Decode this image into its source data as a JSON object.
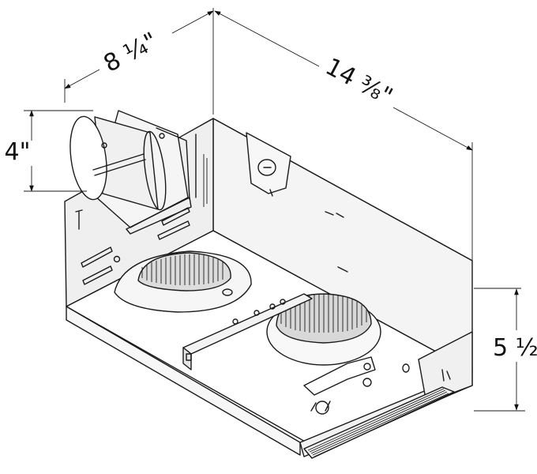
{
  "dimensions": {
    "depth": "8 ¼\"",
    "length": "14 ⅜\"",
    "duct_diameter": "4\"",
    "height": "5 ½\""
  }
}
